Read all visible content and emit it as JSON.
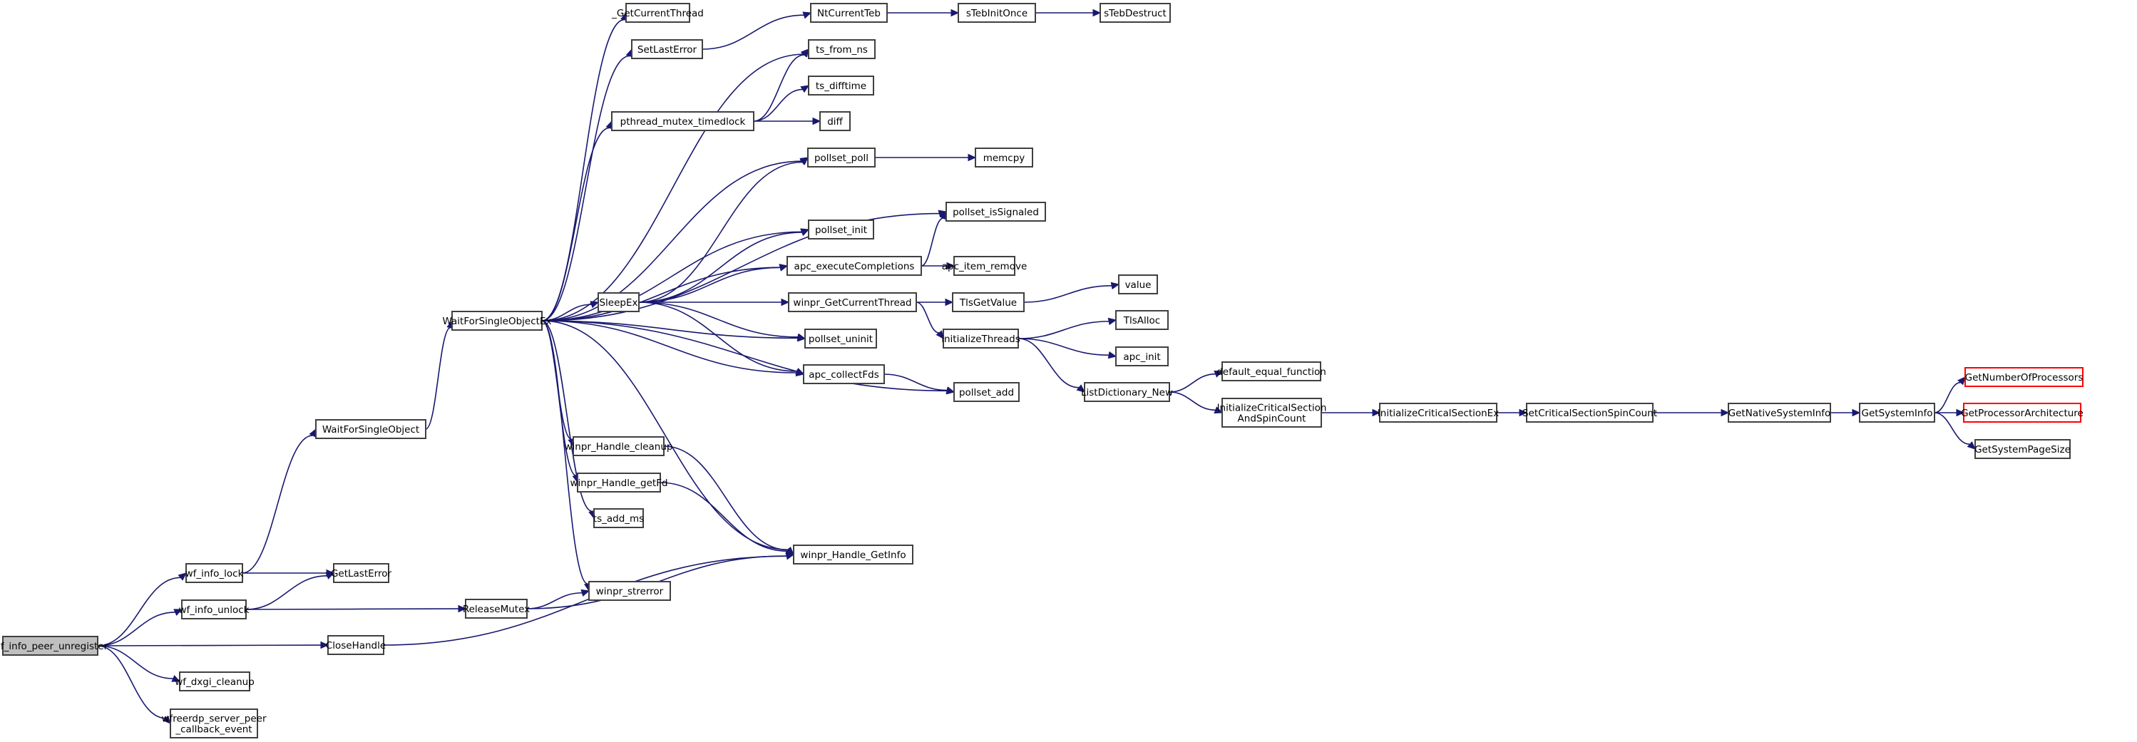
{
  "title": "Call graph for wf_info_peer_unregister",
  "colors": {
    "edge": "#191970",
    "node_border": "#404040",
    "root_fill": "#bfbfbf",
    "external_border": "#ff0000"
  },
  "nodes": [
    {
      "id": "wf_info_peer_unregister",
      "label": [
        "wf_info_peer_unregister"
      ],
      "root": true
    },
    {
      "id": "wf_info_lock",
      "label": [
        "wf_info_lock"
      ]
    },
    {
      "id": "wf_info_unlock",
      "label": [
        "wf_info_unlock"
      ]
    },
    {
      "id": "wf_dxgi_cleanup",
      "label": [
        "wf_dxgi_cleanup"
      ]
    },
    {
      "id": "wfreerdp_server_peer_callback_event",
      "label": [
        "wfreerdp_server_peer",
        "_callback_event"
      ]
    },
    {
      "id": "GetLastError",
      "label": [
        "GetLastError"
      ]
    },
    {
      "id": "CloseHandle",
      "label": [
        "CloseHandle"
      ]
    },
    {
      "id": "WaitForSingleObject",
      "label": [
        "WaitForSingleObject"
      ]
    },
    {
      "id": "ReleaseMutex",
      "label": [
        "ReleaseMutex"
      ]
    },
    {
      "id": "WaitForSingleObjectEx",
      "label": [
        "WaitForSingleObjectEx"
      ]
    },
    {
      "id": "_GetCurrentThread",
      "label": [
        "_GetCurrentThread"
      ]
    },
    {
      "id": "SetLastError",
      "label": [
        "SetLastError"
      ]
    },
    {
      "id": "pthread_mutex_timedlock",
      "label": [
        "pthread_mutex_timedlock"
      ]
    },
    {
      "id": "SleepEx",
      "label": [
        "SleepEx"
      ]
    },
    {
      "id": "winpr_Handle_cleanup",
      "label": [
        "winpr_Handle_cleanup"
      ]
    },
    {
      "id": "winpr_Handle_getFd",
      "label": [
        "winpr_Handle_getFd"
      ]
    },
    {
      "id": "ts_add_ms",
      "label": [
        "ts_add_ms"
      ]
    },
    {
      "id": "winpr_strerror",
      "label": [
        "winpr_strerror"
      ]
    },
    {
      "id": "NtCurrentTeb",
      "label": [
        "NtCurrentTeb"
      ]
    },
    {
      "id": "ts_from_ns",
      "label": [
        "ts_from_ns"
      ]
    },
    {
      "id": "ts_difftime",
      "label": [
        "ts_difftime"
      ]
    },
    {
      "id": "diff",
      "label": [
        "diff"
      ]
    },
    {
      "id": "pollset_poll",
      "label": [
        "pollset_poll"
      ]
    },
    {
      "id": "pollset_init",
      "label": [
        "pollset_init"
      ]
    },
    {
      "id": "apc_executeCompletions",
      "label": [
        "apc_executeCompletions"
      ]
    },
    {
      "id": "winpr_GetCurrentThread",
      "label": [
        "winpr_GetCurrentThread"
      ]
    },
    {
      "id": "pollset_uninit",
      "label": [
        "pollset_uninit"
      ]
    },
    {
      "id": "apc_collectFds",
      "label": [
        "apc_collectFds"
      ]
    },
    {
      "id": "winpr_Handle_GetInfo",
      "label": [
        "winpr_Handle_GetInfo"
      ]
    },
    {
      "id": "sTebInitOnce",
      "label": [
        "sTebInitOnce"
      ]
    },
    {
      "id": "memcpy",
      "label": [
        "memcpy"
      ]
    },
    {
      "id": "pollset_isSignaled",
      "label": [
        "pollset_isSignaled"
      ]
    },
    {
      "id": "apc_item_remove",
      "label": [
        "apc_item_remove"
      ]
    },
    {
      "id": "TlsGetValue",
      "label": [
        "TlsGetValue"
      ]
    },
    {
      "id": "initializeThreads",
      "label": [
        "initializeThreads"
      ]
    },
    {
      "id": "pollset_add",
      "label": [
        "pollset_add"
      ]
    },
    {
      "id": "sTebDestruct",
      "label": [
        "sTebDestruct"
      ]
    },
    {
      "id": "value",
      "label": [
        "value"
      ]
    },
    {
      "id": "TlsAlloc",
      "label": [
        "TlsAlloc"
      ]
    },
    {
      "id": "apc_init",
      "label": [
        "apc_init"
      ]
    },
    {
      "id": "ListDictionary_New",
      "label": [
        "ListDictionary_New"
      ]
    },
    {
      "id": "default_equal_function",
      "label": [
        "default_equal_function"
      ]
    },
    {
      "id": "InitializeCriticalSectionAndSpinCount",
      "label": [
        "InitializeCriticalSection",
        "AndSpinCount"
      ]
    },
    {
      "id": "InitializeCriticalSectionEx",
      "label": [
        "InitializeCriticalSectionEx"
      ]
    },
    {
      "id": "SetCriticalSectionSpinCount",
      "label": [
        "SetCriticalSectionSpinCount"
      ]
    },
    {
      "id": "GetNativeSystemInfo",
      "label": [
        "GetNativeSystemInfo"
      ]
    },
    {
      "id": "GetSystemInfo",
      "label": [
        "GetSystemInfo"
      ]
    },
    {
      "id": "GetNumberOfProcessors",
      "label": [
        "GetNumberOfProcessors"
      ],
      "external": true
    },
    {
      "id": "GetProcessorArchitecture",
      "label": [
        "GetProcessorArchitecture"
      ],
      "external": true
    },
    {
      "id": "GetSystemPageSize",
      "label": [
        "GetSystemPageSize"
      ]
    }
  ],
  "edges": [
    [
      "wf_info_peer_unregister",
      "wf_info_lock"
    ],
    [
      "wf_info_peer_unregister",
      "wf_info_unlock"
    ],
    [
      "wf_info_peer_unregister",
      "CloseHandle"
    ],
    [
      "wf_info_peer_unregister",
      "wf_dxgi_cleanup"
    ],
    [
      "wf_info_peer_unregister",
      "wfreerdp_server_peer_callback_event"
    ],
    [
      "wf_info_lock",
      "WaitForSingleObject"
    ],
    [
      "wf_info_lock",
      "GetLastError"
    ],
    [
      "wf_info_unlock",
      "GetLastError"
    ],
    [
      "wf_info_unlock",
      "ReleaseMutex"
    ],
    [
      "CloseHandle",
      "winpr_Handle_GetInfo"
    ],
    [
      "WaitForSingleObject",
      "WaitForSingleObjectEx"
    ],
    [
      "ReleaseMutex",
      "winpr_strerror"
    ],
    [
      "ReleaseMutex",
      "winpr_Handle_GetInfo"
    ],
    [
      "WaitForSingleObjectEx",
      "_GetCurrentThread"
    ],
    [
      "WaitForSingleObjectEx",
      "SetLastError"
    ],
    [
      "WaitForSingleObjectEx",
      "ts_from_ns"
    ],
    [
      "WaitForSingleObjectEx",
      "pthread_mutex_timedlock"
    ],
    [
      "WaitForSingleObjectEx",
      "pollset_poll"
    ],
    [
      "WaitForSingleObjectEx",
      "pollset_isSignaled"
    ],
    [
      "WaitForSingleObjectEx",
      "pollset_init"
    ],
    [
      "WaitForSingleObjectEx",
      "apc_executeCompletions"
    ],
    [
      "WaitForSingleObjectEx",
      "SleepEx"
    ],
    [
      "WaitForSingleObjectEx",
      "pollset_uninit"
    ],
    [
      "WaitForSingleObjectEx",
      "apc_collectFds"
    ],
    [
      "WaitForSingleObjectEx",
      "pollset_add"
    ],
    [
      "WaitForSingleObjectEx",
      "winpr_Handle_cleanup"
    ],
    [
      "WaitForSingleObjectEx",
      "winpr_Handle_getFd"
    ],
    [
      "WaitForSingleObjectEx",
      "ts_add_ms"
    ],
    [
      "WaitForSingleObjectEx",
      "winpr_Handle_GetInfo"
    ],
    [
      "WaitForSingleObjectEx",
      "winpr_strerror"
    ],
    [
      "SetLastError",
      "NtCurrentTeb"
    ],
    [
      "NtCurrentTeb",
      "sTebInitOnce"
    ],
    [
      "sTebInitOnce",
      "sTebDestruct"
    ],
    [
      "pthread_mutex_timedlock",
      "ts_from_ns"
    ],
    [
      "pthread_mutex_timedlock",
      "ts_difftime"
    ],
    [
      "pthread_mutex_timedlock",
      "diff"
    ],
    [
      "pollset_poll",
      "memcpy"
    ],
    [
      "SleepEx",
      "pollset_poll"
    ],
    [
      "SleepEx",
      "pollset_init"
    ],
    [
      "SleepEx",
      "apc_executeCompletions"
    ],
    [
      "SleepEx",
      "winpr_GetCurrentThread"
    ],
    [
      "SleepEx",
      "pollset_uninit"
    ],
    [
      "SleepEx",
      "apc_collectFds"
    ],
    [
      "apc_executeCompletions",
      "pollset_isSignaled"
    ],
    [
      "apc_executeCompletions",
      "apc_item_remove"
    ],
    [
      "winpr_GetCurrentThread",
      "TlsGetValue"
    ],
    [
      "winpr_GetCurrentThread",
      "initializeThreads"
    ],
    [
      "TlsGetValue",
      "value"
    ],
    [
      "initializeThreads",
      "TlsAlloc"
    ],
    [
      "initializeThreads",
      "apc_init"
    ],
    [
      "initializeThreads",
      "ListDictionary_New"
    ],
    [
      "apc_collectFds",
      "pollset_add"
    ],
    [
      "ListDictionary_New",
      "default_equal_function"
    ],
    [
      "ListDictionary_New",
      "InitializeCriticalSectionAndSpinCount"
    ],
    [
      "InitializeCriticalSectionAndSpinCount",
      "InitializeCriticalSectionEx"
    ],
    [
      "InitializeCriticalSectionEx",
      "SetCriticalSectionSpinCount"
    ],
    [
      "SetCriticalSectionSpinCount",
      "GetNativeSystemInfo"
    ],
    [
      "GetNativeSystemInfo",
      "GetSystemInfo"
    ],
    [
      "GetSystemInfo",
      "GetNumberOfProcessors"
    ],
    [
      "GetSystemInfo",
      "GetProcessorArchitecture"
    ],
    [
      "GetSystemInfo",
      "GetSystemPageSize"
    ],
    [
      "winpr_Handle_cleanup",
      "winpr_Handle_GetInfo"
    ],
    [
      "winpr_Handle_getFd",
      "winpr_Handle_GetInfo"
    ]
  ]
}
